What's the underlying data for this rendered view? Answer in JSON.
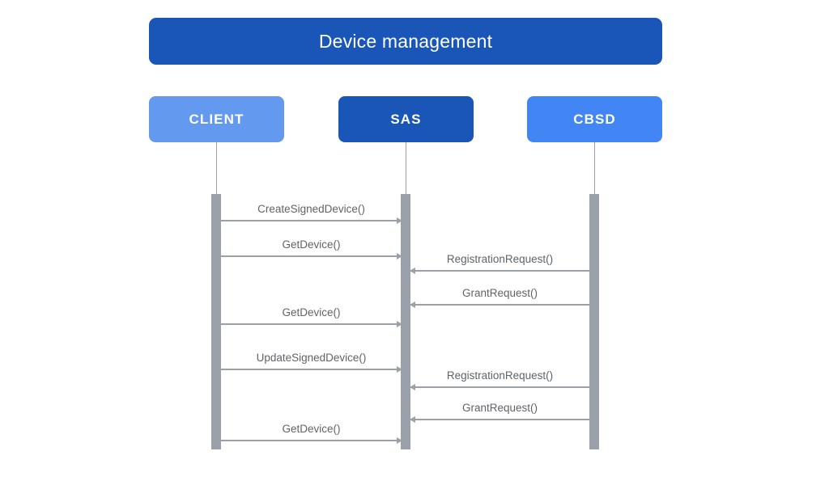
{
  "diagram": {
    "title": "Device management",
    "type": "sequence-diagram",
    "colors": {
      "title_bar": "#1a56b8",
      "client_box": "#6499f0",
      "sas_box": "#1a56b8",
      "cbsd_box": "#4285f4",
      "activation_bar": "#9ba1ab",
      "lifeline": "#9aa0a6",
      "message_line": "#9aa0a6",
      "message_label": "#5f6368",
      "background": "#ffffff"
    }
  },
  "participants": [
    {
      "id": "client",
      "label": "CLIENT",
      "color": "#6499f0"
    },
    {
      "id": "sas",
      "label": "SAS",
      "color": "#1a56b8"
    },
    {
      "id": "cbsd",
      "label": "CBSD",
      "color": "#4285f4"
    }
  ],
  "messages": [
    {
      "label": "CreateSignedDevice()",
      "from": "client",
      "to": "sas",
      "direction": "right"
    },
    {
      "label": "GetDevice()",
      "from": "client",
      "to": "sas",
      "direction": "right"
    },
    {
      "label": "RegistrationRequest()",
      "from": "cbsd",
      "to": "sas",
      "direction": "left"
    },
    {
      "label": "GrantRequest()",
      "from": "cbsd",
      "to": "sas",
      "direction": "left"
    },
    {
      "label": "GetDevice()",
      "from": "client",
      "to": "sas",
      "direction": "right"
    },
    {
      "label": "UpdateSignedDevice()",
      "from": "client",
      "to": "sas",
      "direction": "right"
    },
    {
      "label": "RegistrationRequest()",
      "from": "cbsd",
      "to": "sas",
      "direction": "left"
    },
    {
      "label": "GrantRequest()",
      "from": "cbsd",
      "to": "sas",
      "direction": "left"
    },
    {
      "label": "GetDevice()",
      "from": "client",
      "to": "sas",
      "direction": "right"
    }
  ]
}
